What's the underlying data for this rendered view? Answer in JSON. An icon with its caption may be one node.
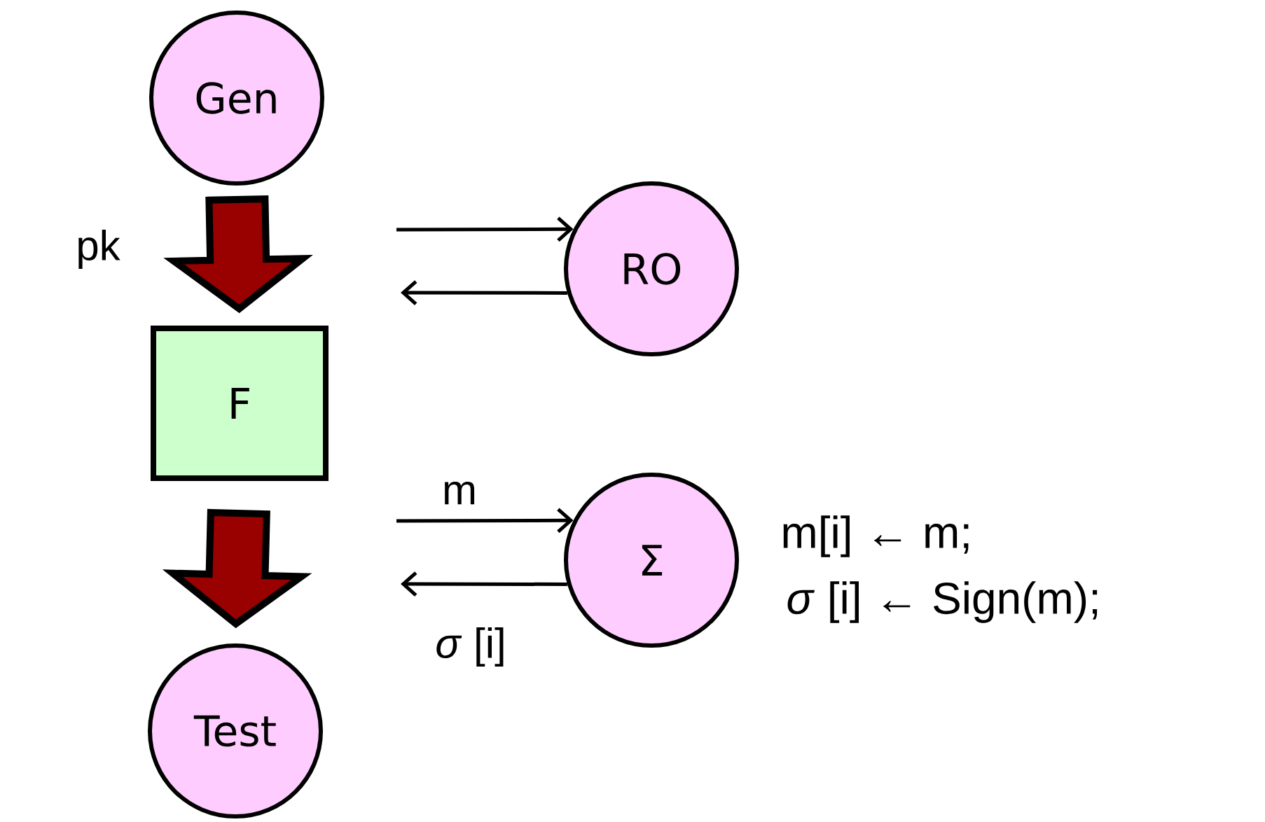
{
  "diagram": {
    "nodes": [
      {
        "text": [
          "Gen"
        ]
      },
      {
        "text": [
          "F"
        ]
      },
      {
        "text": [
          "Test"
        ]
      },
      {
        "text": [
          "RO"
        ]
      },
      {
        "text": [
          "Σ"
        ],
        "beside": [
          "m[i] ← m;",
          "*σ* [i] ← Sign(m);"
        ]
      }
    ],
    "edges": [
      {
        "from": 0,
        "to": 1,
        "arrow": "to",
        "style": "thick",
        "color": "#990000",
        "label": "pk"
      },
      {
        "from": 1,
        "to": 2,
        "arrow": "to",
        "style": "thick",
        "color": "#990000"
      },
      {
        "from": null,
        "to": 3,
        "arrow": "to"
      },
      {
        "from": 3,
        "to": null,
        "arrow": "to"
      },
      {
        "from": null,
        "to": 4,
        "arrow": "to",
        "label": "m"
      },
      {
        "from": 4,
        "to": null,
        "arrow": "to",
        "label": "*σ* [i]"
      }
    ]
  }
}
